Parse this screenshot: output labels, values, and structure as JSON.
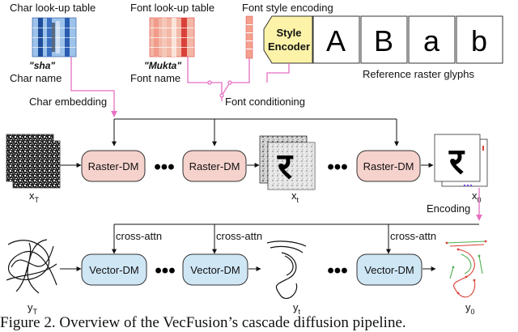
{
  "labels": {
    "char_table": "Char look-up table",
    "font_table": "Font look-up table",
    "font_style": "Font style encoding",
    "char_name_value": "\"sha\"",
    "char_name": "Char name",
    "font_name_value": "\"Mukta\"",
    "font_name": "Font name",
    "style_encoder_line1": "Style",
    "style_encoder_line2": "Encoder",
    "reference_glyphs": "Reference raster glyphs",
    "char_embedding": "Char embedding",
    "font_conditioning": "Font conditioning",
    "encoding": "Encoding",
    "cross_attn_1": "cross-attn",
    "cross_attn_2": "cross-attn",
    "cross_attn_3": "cross-attn"
  },
  "glyphs": [
    "A",
    "B",
    "a",
    "b"
  ],
  "raster_nodes": [
    "Raster-DM",
    "Raster-DM",
    "Raster-DM"
  ],
  "vector_nodes": [
    "Vector-DM",
    "Vector-DM",
    "Vector-DM"
  ],
  "raster_states": {
    "xT": {
      "base": "x",
      "sub": "T"
    },
    "xt": {
      "base": "x",
      "sub": "t"
    },
    "x0": {
      "base": "x",
      "sub": "0"
    }
  },
  "vector_states": {
    "yT": {
      "base": "y",
      "sub": "T"
    },
    "yt": {
      "base": "y",
      "sub": "t"
    },
    "y0": {
      "base": "y",
      "sub": "0"
    }
  },
  "ellipsis": "•••",
  "raster_glyph": "र",
  "caption": "Figure 2. Overview of the VecFusion’s cascade diffusion pipeline.",
  "colors": {
    "node_raster": "#f6d2cd",
    "node_vector": "#cfe6f5",
    "pink_line": "#e56fc1",
    "char_table_dark": "#1f4e9c",
    "char_table_light": "#9ec3ea",
    "font_table_dark": "#d9423a",
    "font_table_light": "#f3b7a6",
    "style_box": "#fdf3a8",
    "style_table": "#f4a08f",
    "curve_red": "#d9423a",
    "curve_green": "#4caf50"
  }
}
